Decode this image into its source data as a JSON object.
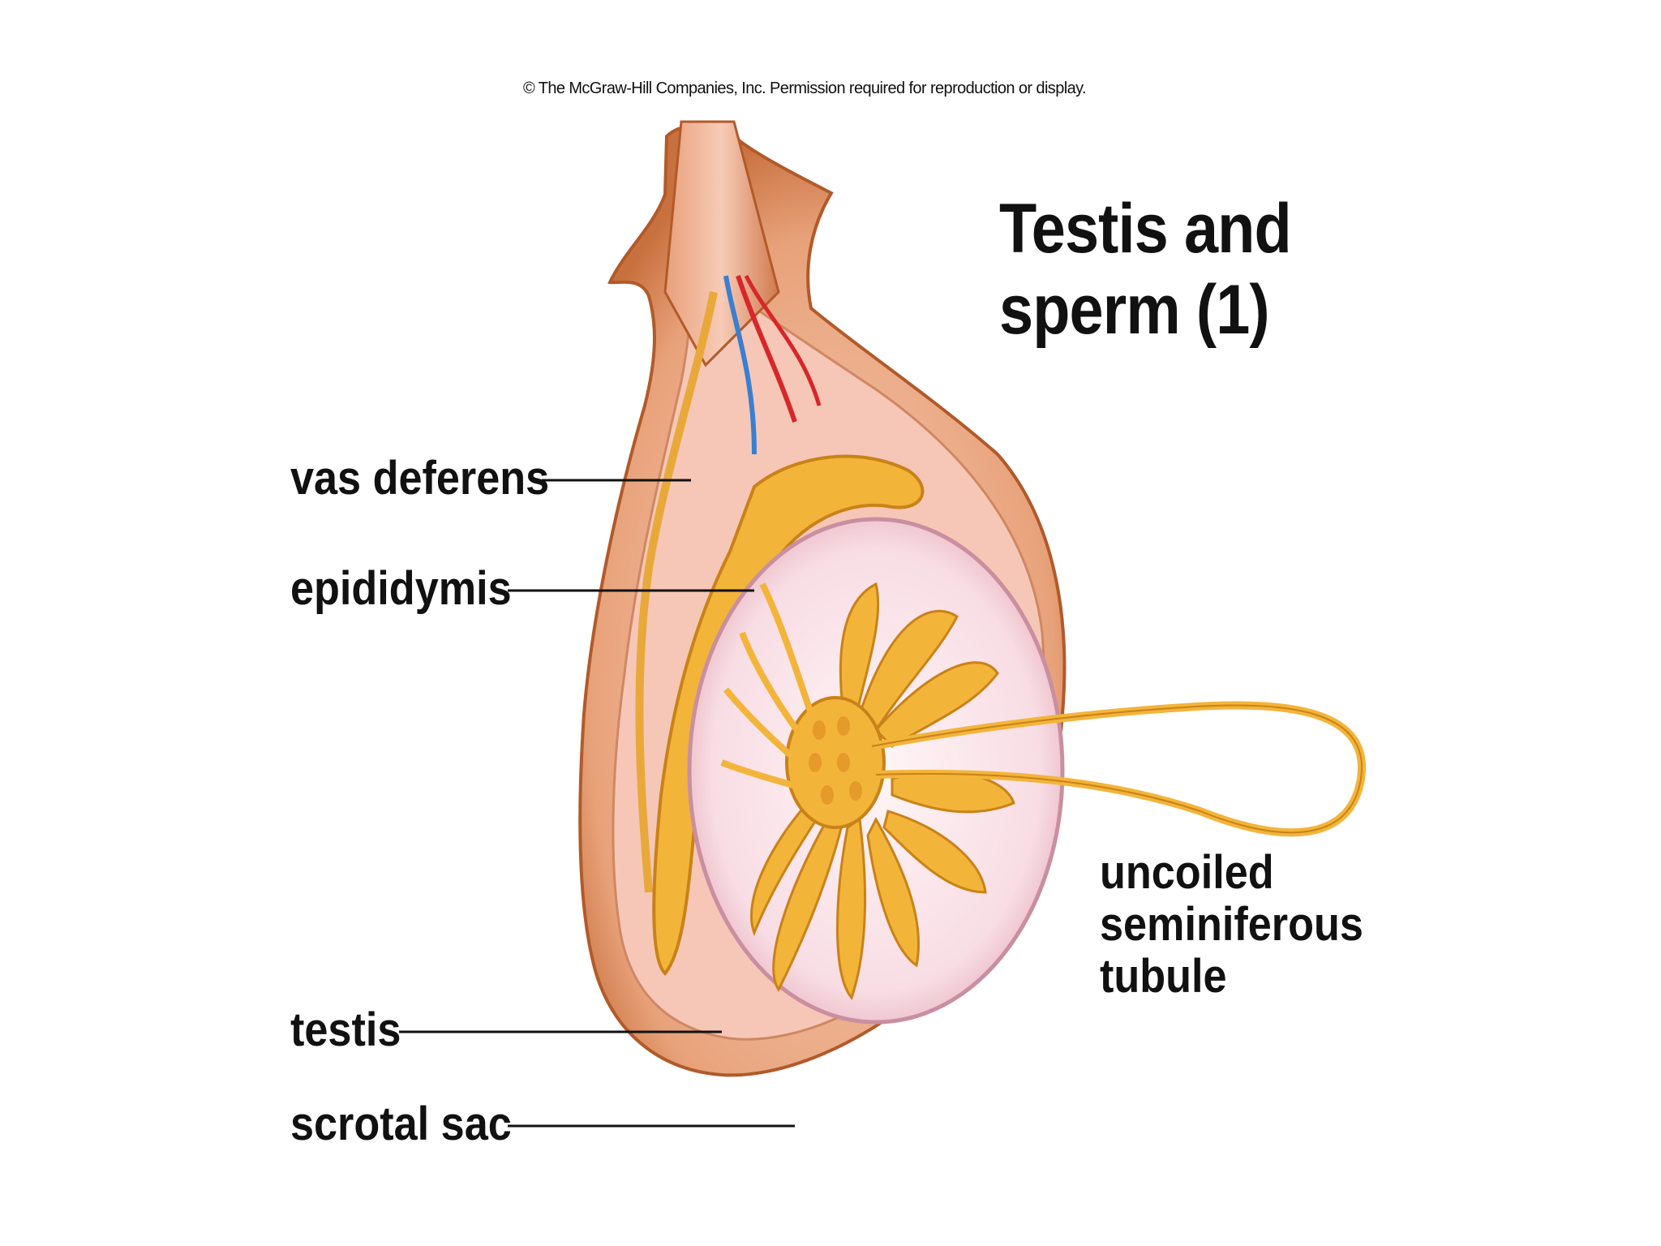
{
  "copyright": "© The McGraw-Hill Companies, Inc.  Permission required for reproduction or display.",
  "title": {
    "line1": "Testis and",
    "line2": "sperm (1)"
  },
  "labels": {
    "vas_deferens": "vas deferens",
    "epididymis": "epididymis",
    "testis": "testis",
    "scrotal_sac": "scrotal sac",
    "uncoiled_line1": "uncoiled",
    "uncoiled_line2": "seminiferous",
    "uncoiled_line3": "tubule"
  },
  "colors": {
    "scrotum_outer": "#d9874f",
    "scrotum_inner": "#f4c4b0",
    "testis_fill": "#fbe6ea",
    "tubule": "#f3b43a",
    "tubule_dark": "#c98218",
    "vein": "#3a7fd0",
    "artery": "#d8262a",
    "leader_line": "#111111"
  }
}
